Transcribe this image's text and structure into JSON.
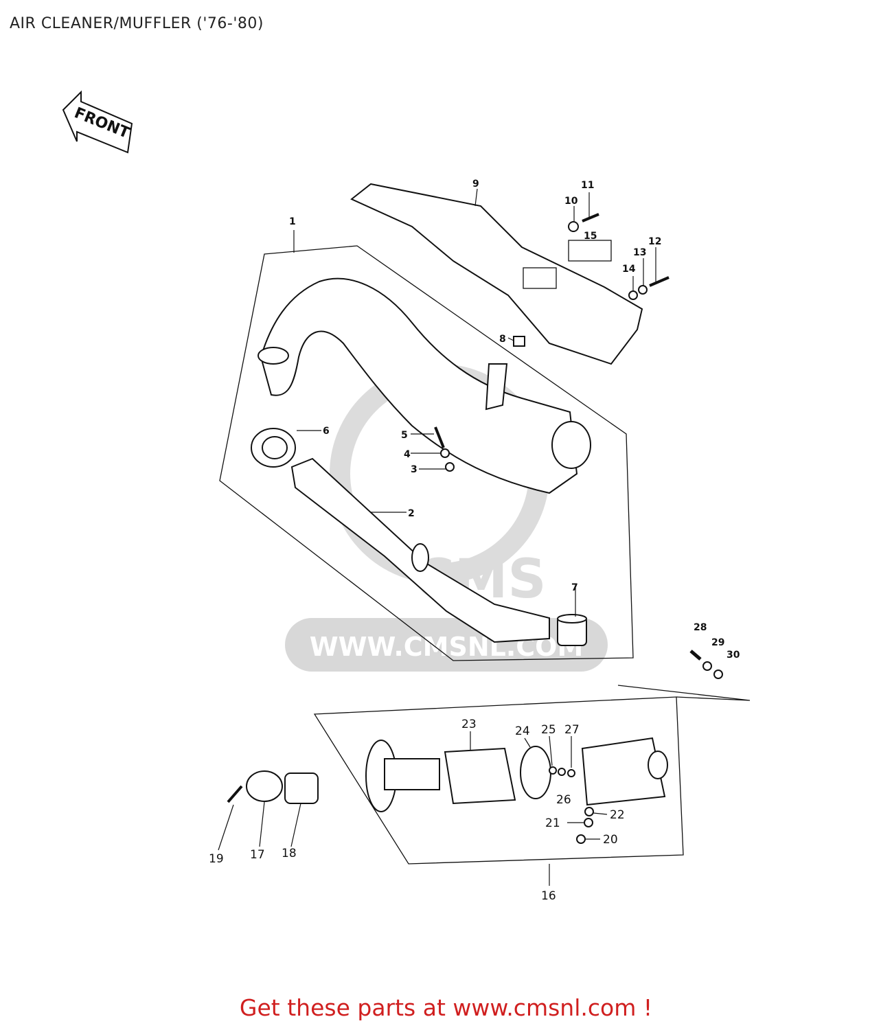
{
  "title": "AIR CLEANER/MUFFLER ('76-'80)",
  "front_arrow_label": "FRONT",
  "watermark": {
    "logo_text": "CMS",
    "url_text": "WWW.CMSNL.COM"
  },
  "callouts": [
    "1",
    "2",
    "3",
    "4",
    "5",
    "6",
    "7",
    "8",
    "9",
    "10",
    "11",
    "12",
    "13",
    "14",
    "15",
    "16",
    "17",
    "18",
    "19",
    "20",
    "21",
    "22",
    "23",
    "24",
    "25",
    "26",
    "27",
    "28",
    "29",
    "30"
  ],
  "footer": "Get these parts at www.cmsnl.com !",
  "colors": {
    "footer_text": "#d01f1f",
    "line_art": "#111111",
    "watermark": "#d8d8d8"
  }
}
